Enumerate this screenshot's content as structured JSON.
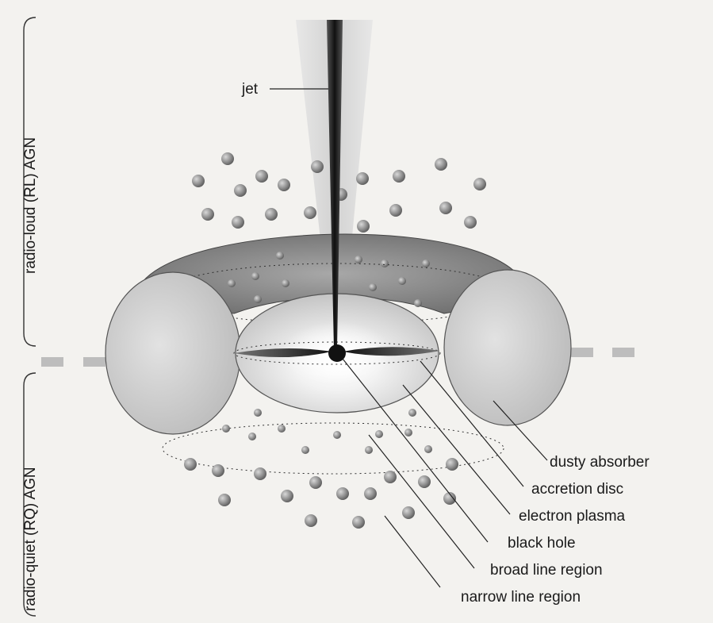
{
  "diagram": {
    "side_labels": {
      "radio_loud": "radio-loud (RL) AGN",
      "radio_quiet": "radio-quiet (RQ) AGN"
    },
    "labels": {
      "jet": "jet",
      "dusty_absorber": "dusty absorber",
      "accretion_disc": "accretion disc",
      "electron_plasma": "electron plasma",
      "black_hole": "black hole",
      "broad_line_region": "broad line region",
      "narrow_line_region": "narrow line region"
    },
    "colors": {
      "background": "#f3f2ef",
      "torus_top": "#8a8a8a",
      "torus_side": "#d2d2d2",
      "cloud": "#8e8e8e",
      "black_hole": "#111111"
    }
  }
}
